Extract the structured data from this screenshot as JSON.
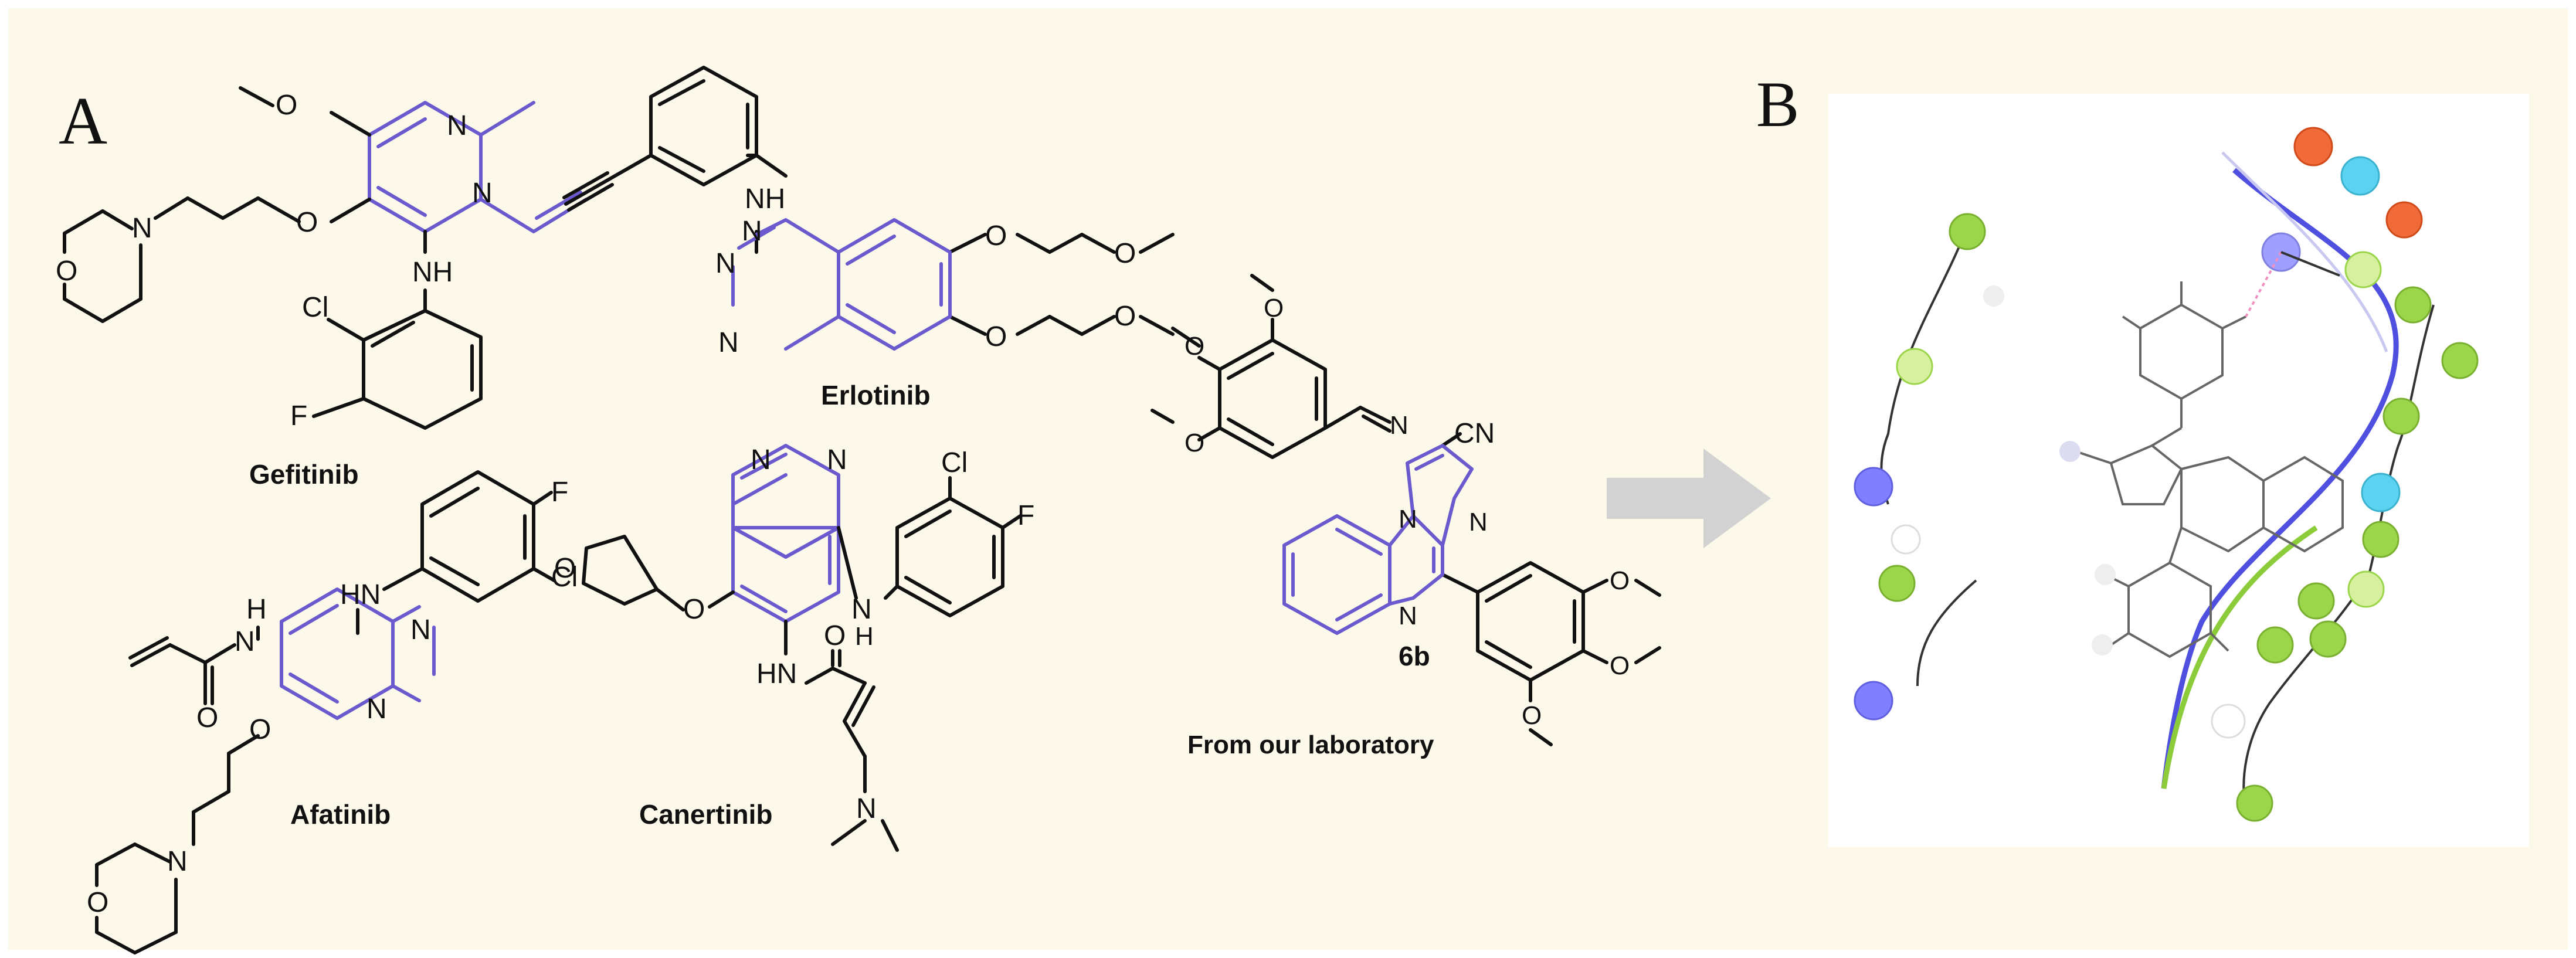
{
  "panels": {
    "a_label": "A",
    "b_label": "B"
  },
  "molecules": {
    "gefitinib": "Gefitinib",
    "erlotinib": "Erlotinib",
    "afatinib": "Afatinib",
    "canertinib": "Canertinib",
    "compound_6b": "6b",
    "origin_note": "From our laboratory"
  },
  "atoms": {
    "N": "N",
    "NH": "NH",
    "HN": "HN",
    "H": "H",
    "O": "O",
    "Cl": "Cl",
    "F": "F",
    "CN": "CN"
  },
  "colors": {
    "background": "#fcf9ea",
    "quinazoline_purple": "#6a5acd",
    "bond_black": "#111111",
    "arrow_gray": "#d2d2d2",
    "interaction_green": "#9bd64a",
    "interaction_blue": "#7f7fff",
    "interaction_cyan": "#5ad2f0",
    "interaction_orange": "#f06a3a",
    "pocket_line_green": "#8ccc3a",
    "pocket_line_blue": "#5050e0"
  }
}
